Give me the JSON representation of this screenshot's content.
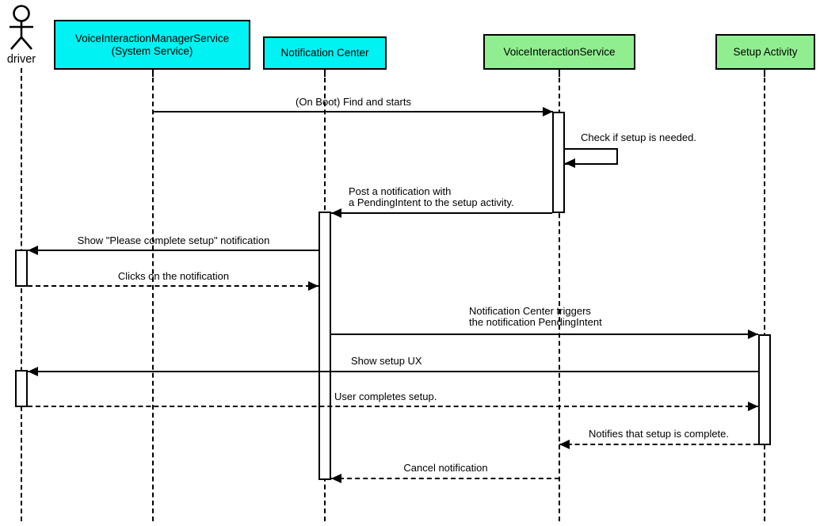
{
  "diagram_type": "uml-sequence",
  "actor": {
    "label": "driver"
  },
  "participants": [
    {
      "name": "VoiceInteractionManagerService (System Service)",
      "line1": "VoiceInteractionManagerService",
      "line2": "(System Service)",
      "fill": "#00f2f2"
    },
    {
      "name": "Notification Center",
      "line1": "Notification Center",
      "fill": "#00f2f2"
    },
    {
      "name": "VoiceInteractionService",
      "line1": "VoiceInteractionService",
      "fill": "#90ee90"
    },
    {
      "name": "Setup Activity",
      "line1": "Setup Activity",
      "fill": "#90ee90"
    }
  ],
  "messages": [
    {
      "line1": "(On Boot) Find and starts",
      "from": "VoiceInteractionManagerService (System Service)",
      "to": "VoiceInteractionService",
      "line_style": "solid"
    },
    {
      "line1": "Check if setup is needed.",
      "from": "VoiceInteractionService",
      "to": "VoiceInteractionService",
      "line_style": "solid",
      "self_message": true
    },
    {
      "line1": "Post a notification with",
      "line2": "a PendingIntent to the setup activity.",
      "from": "VoiceInteractionService",
      "to": "Notification Center",
      "line_style": "solid"
    },
    {
      "line1": "Show \"Please complete setup\" notification",
      "from": "Notification Center",
      "to": "driver",
      "line_style": "solid"
    },
    {
      "line1": "Clicks on the notification",
      "from": "driver",
      "to": "Notification Center",
      "line_style": "dashed"
    },
    {
      "line1": "Notification Center triggers",
      "line2": "the notification PendingIntent",
      "from": "Notification Center",
      "to": "Setup Activity",
      "line_style": "solid"
    },
    {
      "line1": "Show setup UX",
      "from": "Setup Activity",
      "to": "driver",
      "line_style": "solid"
    },
    {
      "line1": "User completes setup.",
      "from": "driver",
      "to": "Setup Activity",
      "line_style": "dashed"
    },
    {
      "line1": "Notifies that setup is complete.",
      "from": "Setup Activity",
      "to": "VoiceInteractionService",
      "line_style": "dashed"
    },
    {
      "line1": "Cancel notification",
      "from": "VoiceInteractionService",
      "to": "Notification Center",
      "line_style": "dashed"
    }
  ],
  "colors": {
    "participant_cyan": "#00f2f2",
    "participant_green": "#90ee90",
    "line": "#000000",
    "background": "#ffffff"
  }
}
